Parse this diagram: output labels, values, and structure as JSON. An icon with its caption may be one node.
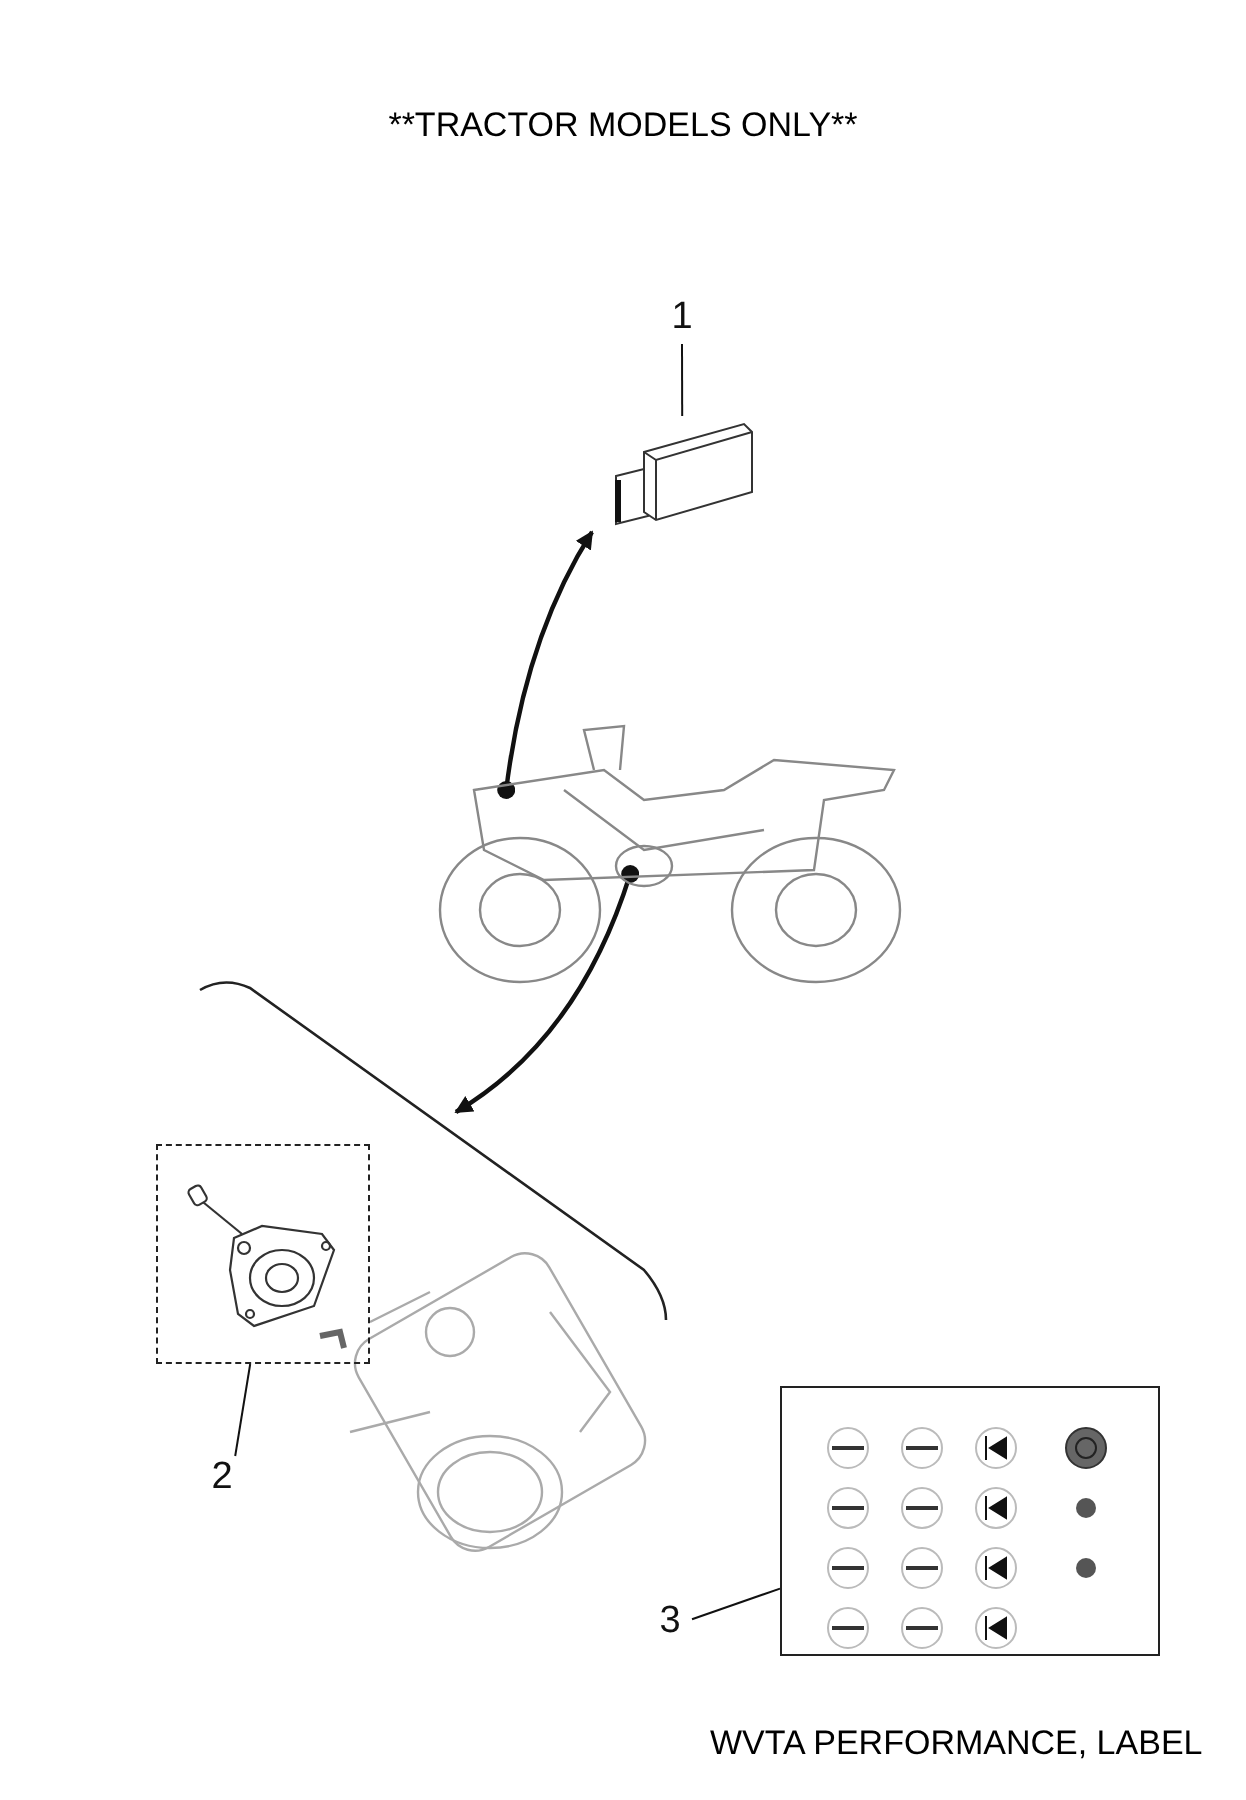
{
  "diagram": {
    "title": "**TRACTOR MODELS ONLY**",
    "caption": "WVTA PERFORMANCE, LABEL",
    "nodes": [
      {
        "text": [
          "1"
        ]
      },
      {
        "text": [],
        "shape": "picture"
      },
      {
        "text": [],
        "shape": "picture"
      },
      {
        "text": [],
        "shape": "picture"
      },
      {
        "text": [],
        "shape": "box"
      },
      {
        "text": [],
        "shape": "picture",
        "in": 4
      },
      {
        "text": [
          "2"
        ]
      },
      {
        "text": [],
        "shape": "box"
      },
      {
        "text": [
          "3"
        ]
      }
    ],
    "edges": [
      {
        "from": 0,
        "to": 1,
        "arrow": "none"
      },
      {
        "from": 2,
        "to": 1,
        "arrow": "to"
      },
      {
        "from": 2,
        "to": 3,
        "arrow": "to"
      },
      {
        "from": 6,
        "to": 4,
        "arrow": "none"
      },
      {
        "from": 8,
        "to": 7,
        "arrow": "none"
      }
    ]
  }
}
